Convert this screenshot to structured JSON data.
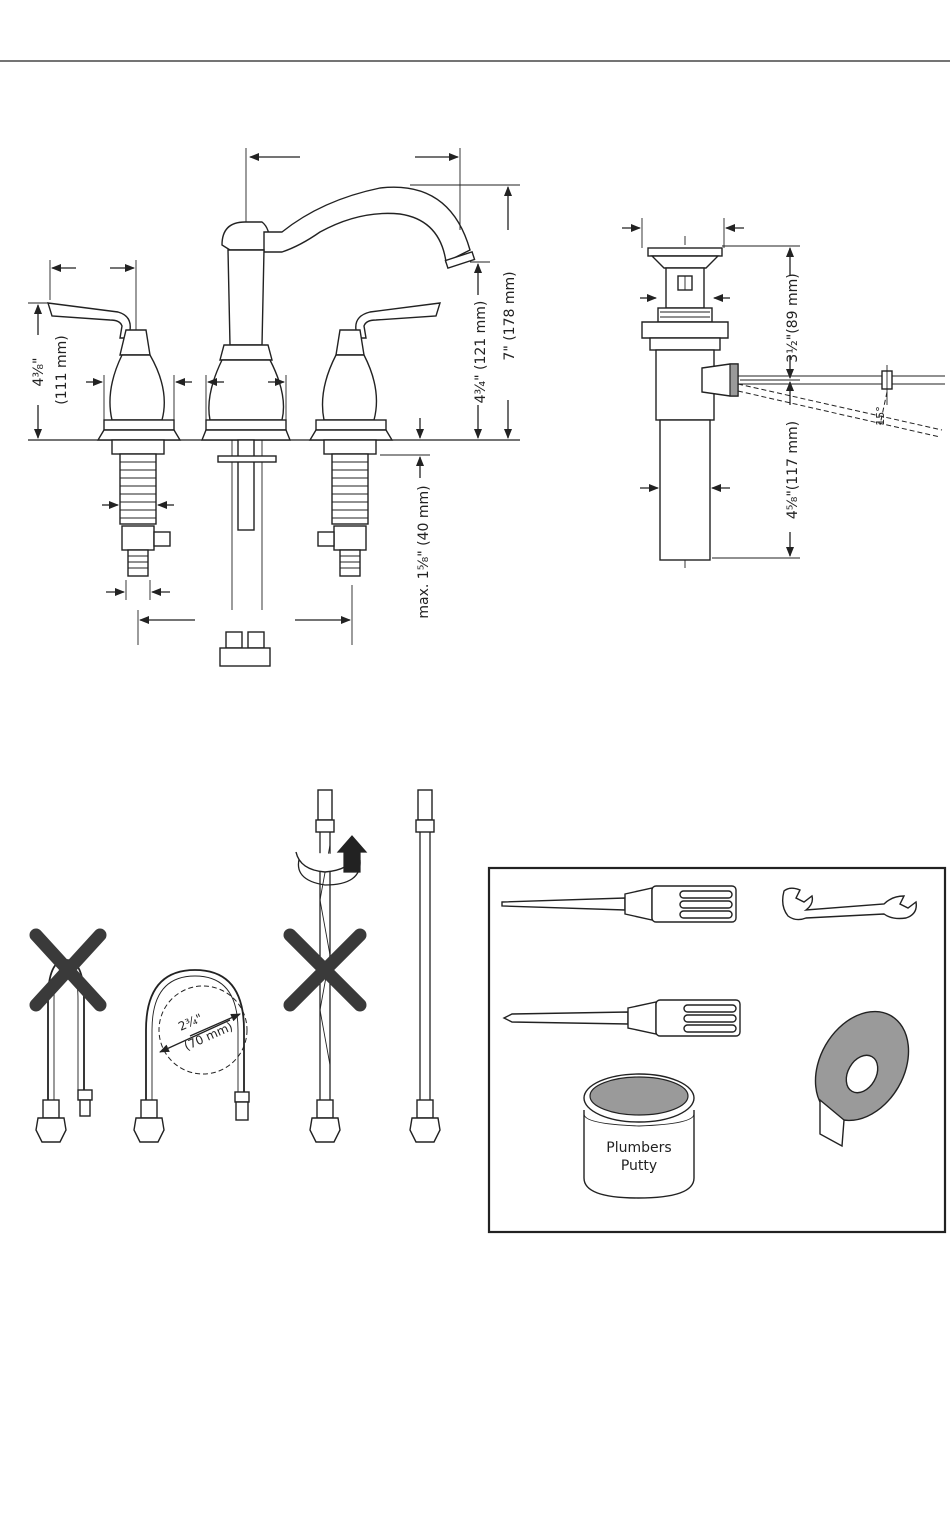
{
  "faucet": {
    "dim_handle_height": "4³⁄₈\"",
    "dim_handle_height_mm": "(111 mm)",
    "dim_spout_height": "4³⁄₄\" (121 mm)",
    "dim_overall_height": "7\" (178 mm)",
    "dim_max_deck": "max. 1⁵⁄₈\" (40 mm)"
  },
  "drain": {
    "dim_upper": "3¹⁄₂\"(89 mm)",
    "dim_lower": "4⁵⁄₈\"(117 mm)",
    "dim_angle": "15°"
  },
  "supply_lines": {
    "bend_radius": "2³⁄₄\"",
    "bend_radius_mm": "(70 mm)"
  },
  "tools": {
    "putty_label_line1": "Plumbers",
    "putty_label_line2": "Putty"
  },
  "colors": {
    "tape_gray": "#9a9a9a",
    "cross_gray": "#3a3a3a"
  },
  "icons": [
    "screwdriver-flat-icon",
    "wrench-icon",
    "screwdriver-phillips-icon",
    "teflon-tape-icon",
    "putty-can-icon"
  ]
}
